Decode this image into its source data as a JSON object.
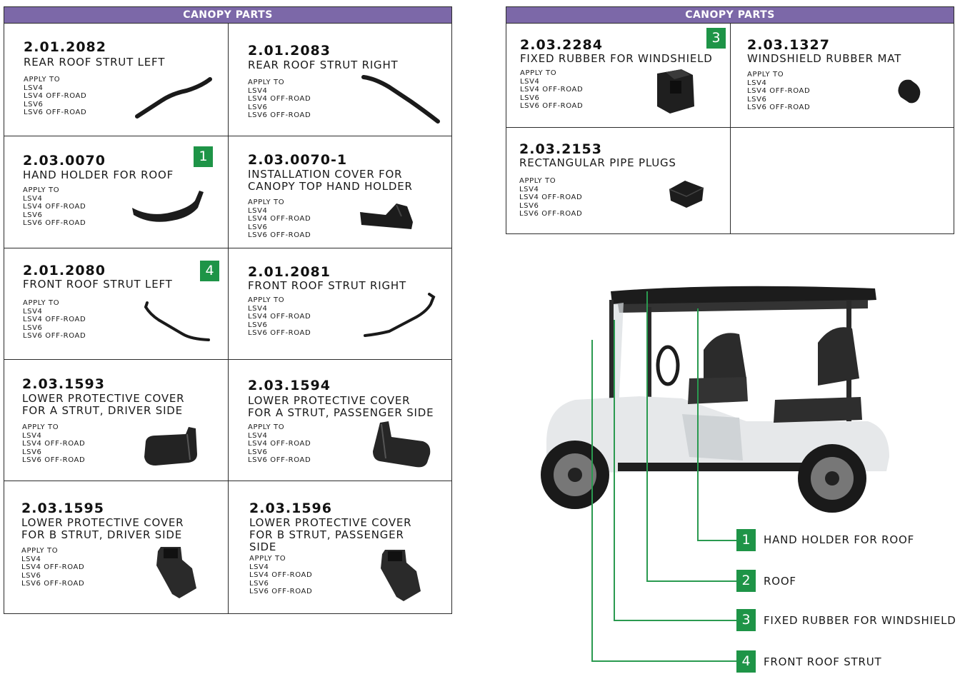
{
  "left_panel": {
    "header": "CANOPY PARTS",
    "apply_label": "APPLY TO",
    "models": [
      "LSV4",
      "LSV4 OFF-ROAD",
      "LSV6",
      "LSV6 OFF-ROAD"
    ],
    "parts": [
      {
        "number": "2.01.2082",
        "name_lines": [
          "REAR ROOF STRUT LEFT"
        ],
        "badge": ""
      },
      {
        "number": "2.01.2083",
        "name_lines": [
          "REAR ROOF STRUT RIGHT"
        ],
        "badge": ""
      },
      {
        "number": "2.03.0070",
        "name_lines": [
          "HAND HOLDER FOR  ROOF"
        ],
        "badge": "1"
      },
      {
        "number": "2.03.0070-1",
        "name_lines": [
          "INSTALLATION COVER FOR",
          "CANOPY TOP HAND HOLDER"
        ],
        "badge": ""
      },
      {
        "number": "2.01.2080",
        "name_lines": [
          "FRONT ROOF STRUT LEFT"
        ],
        "badge": "4"
      },
      {
        "number": "2.01.2081",
        "name_lines": [
          "FRONT ROOF STRUT RIGHT"
        ],
        "badge": ""
      },
      {
        "number": "2.03.1593",
        "name_lines": [
          "LOWER PROTECTIVE COVER",
          "FOR A STRUT, DRIVER SIDE"
        ],
        "badge": ""
      },
      {
        "number": "2.03.1594",
        "name_lines": [
          "LOWER PROTECTIVE COVER",
          "FOR A STRUT, PASSENGER SIDE"
        ],
        "badge": ""
      },
      {
        "number": "2.03.1595",
        "name_lines": [
          "LOWER PROTECTIVE COVER",
          "FOR B STRUT, DRIVER SIDE"
        ],
        "badge": ""
      },
      {
        "number": "2.03.1596",
        "name_lines": [
          "LOWER PROTECTIVE COVER",
          "FOR B STRUT, PASSENGER",
          "SIDE"
        ],
        "badge": ""
      }
    ]
  },
  "right_panel": {
    "header": "CANOPY PARTS",
    "apply_label": "APPLY TO",
    "models": [
      "LSV4",
      "LSV4 OFF-ROAD",
      "LSV6",
      "LSV6 OFF-ROAD"
    ],
    "parts": [
      {
        "number": "2.03.2284",
        "name_lines": [
          "FIXED RUBBER FOR WINDSHIELD"
        ],
        "badge": "3"
      },
      {
        "number": "2.03.1327",
        "name_lines": [
          "WINDSHIELD RUBBER MAT"
        ],
        "badge": ""
      },
      {
        "number": "2.03.2153",
        "name_lines": [
          "RECTANGULAR PIPE PLUGS"
        ],
        "badge": ""
      }
    ]
  },
  "legend": [
    {
      "num": "1",
      "label": "HAND HOLDER FOR  ROOF"
    },
    {
      "num": "2",
      "label": "ROOF"
    },
    {
      "num": "3",
      "label": "FIXED RUBBER FOR WINDSHIELD"
    },
    {
      "num": "4",
      "label": "FRONT ROOF STRUT"
    }
  ],
  "colors": {
    "header": "#7c68a8",
    "badge": "#1e9447",
    "callout": "#2a9a50"
  }
}
